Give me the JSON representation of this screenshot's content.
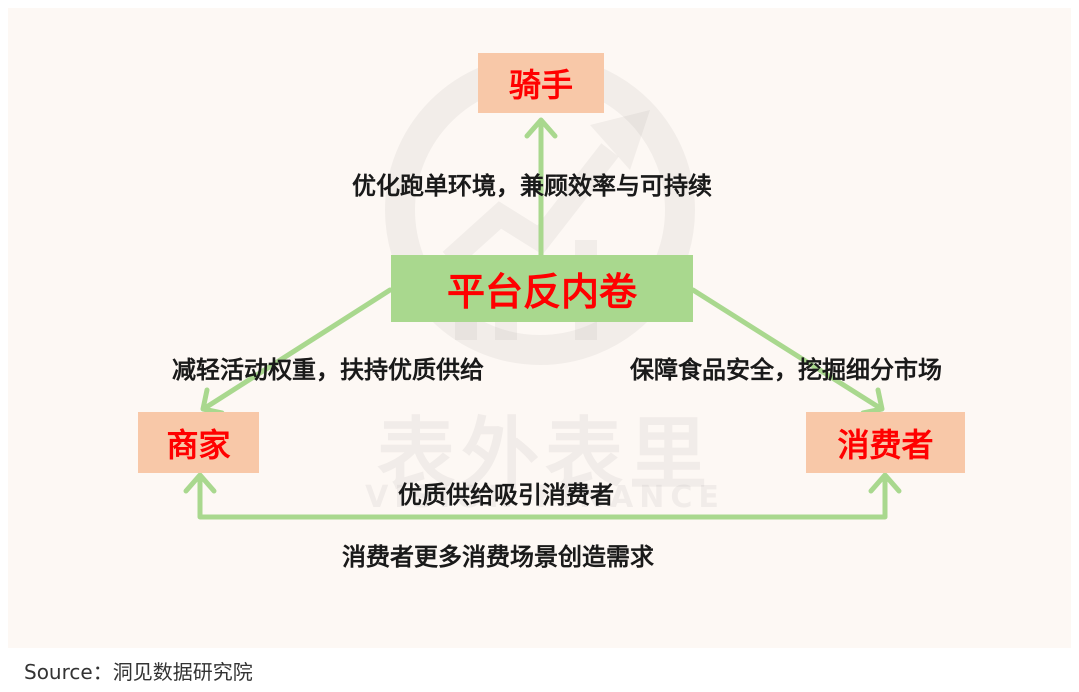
{
  "nodes": {
    "rider": "骑手",
    "platform": "平台反内卷",
    "merchant": "商家",
    "consumer": "消费者"
  },
  "edges": {
    "platform_to_rider": "优化跑单环境，兼顾效率与可持续",
    "platform_to_merchant": "减轻活动权重，扶持优质供给",
    "platform_to_consumer": "保障食品安全，挖掘细分市场",
    "merchant_to_consumer": "优质供给吸引消费者",
    "consumer_to_merchant": "消费者更多消费场景创造需求"
  },
  "watermark": {
    "text": "表外表里",
    "sub": "VISION FINANCE"
  },
  "source": "Source：洞见数据研究院",
  "colors": {
    "node_text": "#ff0000",
    "peach_box": "#f8c8a8",
    "green_box": "#a9d88e",
    "arrow": "#a9d88e"
  }
}
